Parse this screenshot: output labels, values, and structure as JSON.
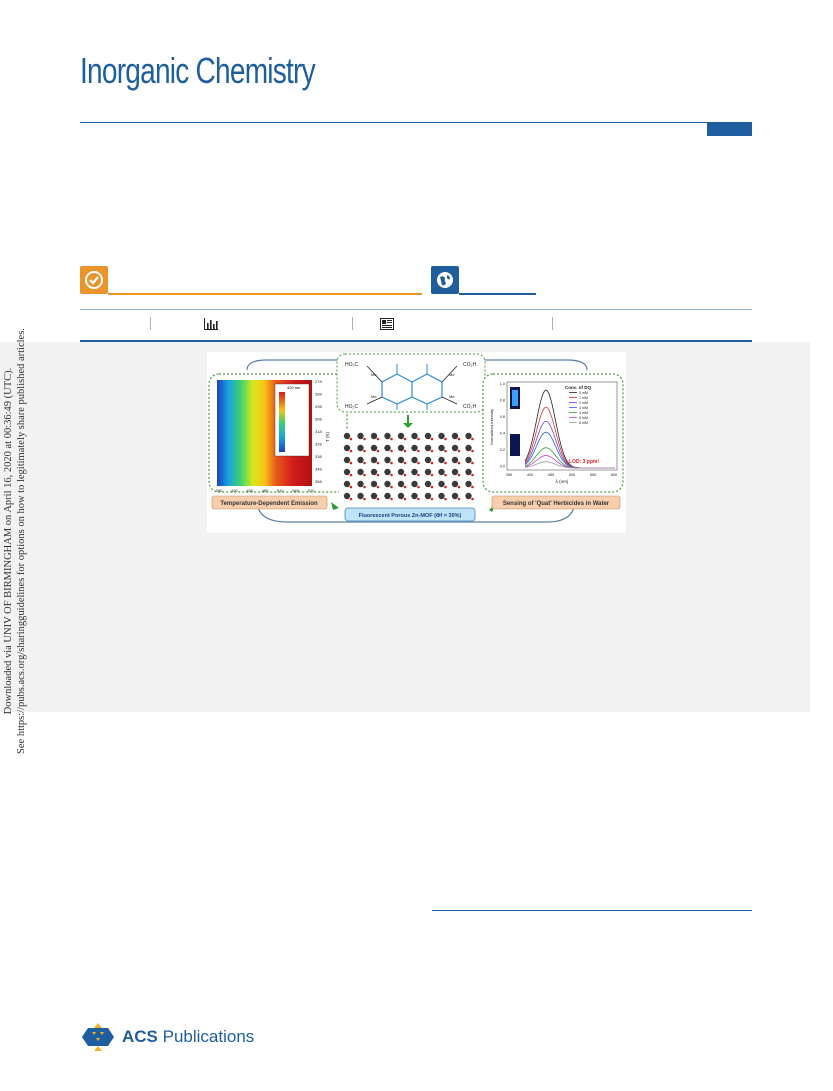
{
  "journal": {
    "title": "Inorganic Chemistry"
  },
  "side_note": {
    "line1": "Downloaded via UNIV OF BIRMINGHAM on April 16, 2020 at 00:36:49 (UTC).",
    "line2": "See https://pubs.acs.org/sharingguidelines for options on how to legitimately share published articles."
  },
  "badges": {
    "check_icon": "check-icon",
    "globe_icon": "globe-icon"
  },
  "metrics": {
    "metrics_icon": "bar-chart-icon",
    "article_icon": "article-icon"
  },
  "toc": {
    "left_panel": {
      "legend_label": "420 nm",
      "tick_labels_x": [
        "390",
        "420",
        "450",
        "480",
        "510",
        "540",
        "570"
      ],
      "xlabel": "λ (nm)",
      "tick_labels_y": [
        "278",
        "288",
        "298",
        "308",
        "318",
        "328",
        "338",
        "348",
        "358"
      ],
      "ylabel": "T (K)",
      "caption": "Temperature-Dependent Emission"
    },
    "center": {
      "linker_groups": [
        "HO₂C",
        "CO₂H",
        "HO₂C",
        "CO₂H"
      ],
      "methyl": "Me",
      "caption": "Fluorescent Porous Zn-MOF (Φf = 30%)"
    },
    "right_panel": {
      "legend_title": "Conc. of DQ",
      "legend_items": [
        "0 mM",
        "1 mM",
        "2 mM",
        "3 mM",
        "4 mM",
        "5 mM",
        "6 mM"
      ],
      "lod": "LOD: 3 ppm!",
      "ylabel": "Normalized Intensity",
      "yticks": [
        "1.0",
        "0.8",
        "0.6",
        "0.4",
        "0.2",
        "0.0"
      ],
      "xticks": [
        "350",
        "400",
        "450",
        "500",
        "550",
        "600"
      ],
      "xlabel": "λ (nm)",
      "caption": "Sensing of 'Quat' Herbicides in Water"
    }
  },
  "publisher": {
    "name_bold": "ACS",
    "name_rest": " Publications"
  },
  "colors": {
    "brand_blue": "#1f5e9e",
    "orange": "#e8952b"
  }
}
